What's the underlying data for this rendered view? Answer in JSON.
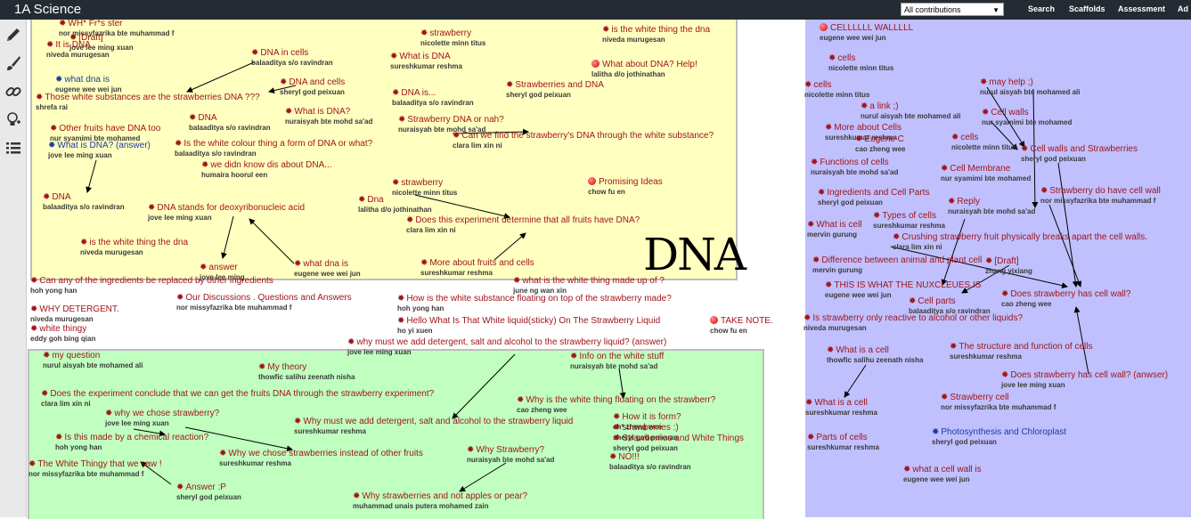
{
  "header": {
    "app_title": "1A Science",
    "filter": "All contributions",
    "nav": [
      "Search",
      "Scaffolds",
      "Assessment",
      "Ad"
    ]
  },
  "toolbar": [
    "pencil-icon",
    "brush-icon",
    "link-icon",
    "lightbulb-icon",
    "list-icon"
  ],
  "canvas": {
    "region_label": "DNA"
  },
  "notes": [
    {
      "title": "WH* Fr*s ster",
      "author": "nor missyfazrika bte muhammad f",
      "icon": "asterisk",
      "color": "red"
    },
    {
      "title": "[Draft]",
      "author": "jove lee ming xuan",
      "icon": "asterisk",
      "color": "red"
    },
    {
      "title": "It is DNA",
      "author": "niveda murugesan",
      "icon": "asterisk",
      "color": "red"
    },
    {
      "title": "what dna is",
      "author": "eugene wee wei jun",
      "icon": "asterisk",
      "color": "blue"
    },
    {
      "title": "Those white substances are the strawberries DNA ???",
      "author": "shrefa rai",
      "icon": "asterisk",
      "color": "red"
    },
    {
      "title": "Other fruits have DNA too",
      "author": "nur syamimi bte mohamed",
      "icon": "asterisk",
      "color": "red"
    },
    {
      "title": "What is DNA? (answer)",
      "author": "jove lee ming xuan",
      "icon": "asterisk",
      "color": "blue"
    },
    {
      "title": "DNA in cells",
      "author": "balaaditya s/o ravindran",
      "icon": "asterisk",
      "color": "red"
    },
    {
      "title": "DNA and cells",
      "author": "sheryl god peixuan",
      "icon": "asterisk",
      "color": "red"
    },
    {
      "title": "strawberry",
      "author": "nicolette minn titus",
      "icon": "asterisk",
      "color": "red"
    },
    {
      "title": "What is DNA",
      "author": "sureshkumar reshma",
      "icon": "asterisk",
      "color": "red"
    },
    {
      "title": "is the white thing the dna",
      "author": "niveda murugesan",
      "icon": "asterisk",
      "color": "red"
    },
    {
      "title": "What about DNA? Help!",
      "author": "lalitha d/o jothinathan",
      "icon": "ball",
      "color": "red"
    },
    {
      "title": "DNA is...",
      "author": "balaaditya s/o ravindran",
      "icon": "asterisk",
      "color": "red"
    },
    {
      "title": "Strawberries and DNA",
      "author": "sheryl god peixuan",
      "icon": "asterisk",
      "color": "red"
    },
    {
      "title": "What is DNA?",
      "author": "nuraisyah bte mohd sa'ad",
      "icon": "asterisk",
      "color": "red"
    },
    {
      "title": "DNA",
      "author": "balaaditya s/o ravindran",
      "icon": "asterisk",
      "color": "red"
    },
    {
      "title": "Strawberry DNA or nah?",
      "author": "nuraisyah bte mohd sa'ad",
      "icon": "asterisk",
      "color": "red"
    },
    {
      "title": "Can we find the strawberry's DNA through the white substance?",
      "author": "clara lim xin ni",
      "icon": "asterisk",
      "color": "red"
    },
    {
      "title": "Is the white colour thing a form of DNA or what?",
      "author": "balaaditya s/o ravindran",
      "icon": "asterisk",
      "color": "red"
    },
    {
      "title": "we didn know dis about DNA...",
      "author": "humaira hoorul een",
      "icon": "asterisk",
      "color": "red"
    },
    {
      "title": "DNA",
      "author": "balaaditya s/o ravindran",
      "icon": "asterisk",
      "color": "red"
    },
    {
      "title": "DNA stands for deoxyribonucleic acid",
      "author": "jove lee ming xuan",
      "icon": "asterisk",
      "color": "red"
    },
    {
      "title": "Dna",
      "author": "lalitha d/o jothinathan",
      "icon": "asterisk",
      "color": "red"
    },
    {
      "title": "strawberry",
      "author": "nicolette minn titus",
      "icon": "asterisk",
      "color": "red"
    },
    {
      "title": "Promising Ideas",
      "author": "chow fu en",
      "icon": "ball",
      "color": "red"
    },
    {
      "title": "Does this experiment determine that all fruits have DNA?",
      "author": "clara lim xin ni",
      "icon": "asterisk",
      "color": "red"
    },
    {
      "title": "is the white thing the dna",
      "author": "niveda murugesan",
      "icon": "asterisk",
      "color": "red"
    },
    {
      "title": "answer",
      "author": "jove lee ming",
      "icon": "asterisk",
      "color": "red"
    },
    {
      "title": "what dna is",
      "author": "eugene wee wei jun",
      "icon": "asterisk",
      "color": "red"
    },
    {
      "title": "More about fruits and cells",
      "author": "sureshkumar reshma",
      "icon": "asterisk",
      "color": "red"
    },
    {
      "title": "Can any of the ingredients be replaced by other ingredients",
      "author": "hoh yong han",
      "icon": "asterisk",
      "color": "red"
    },
    {
      "title": "what is the white thing made up of ?",
      "author": "june ng wan xin",
      "icon": "asterisk",
      "color": "red"
    },
    {
      "title": "Our Discussions . Questions and Answers",
      "author": "nor missyfazrika bte muhammad f",
      "icon": "asterisk",
      "color": "red"
    },
    {
      "title": "How is the white substance floating on top of the strawberry made?",
      "author": "hoh yong han",
      "icon": "asterisk",
      "color": "red"
    },
    {
      "title": "WHY DETERGENT.",
      "author": "niveda murugesan",
      "icon": "asterisk",
      "color": "red"
    },
    {
      "title": "Hello What Is That White liquid(sticky) On The Strawberry Liquid",
      "author": "ho yi xuen",
      "icon": "asterisk",
      "color": "red"
    },
    {
      "title": "TAKE NOTE.",
      "author": "chow fu en",
      "icon": "ball",
      "color": "red"
    },
    {
      "title": "white thingy",
      "author": "eddy goh bing qian",
      "icon": "asterisk",
      "color": "red"
    },
    {
      "title": "why must we add detergent, salt and alcohol to the strawberry liquid? (answer)",
      "author": "jove lee ming xuan",
      "icon": "asterisk",
      "color": "red"
    },
    {
      "title": "my question",
      "author": "nurul aisyah bte mohamed ali",
      "icon": "asterisk",
      "color": "red"
    },
    {
      "title": "Info on the white stuff",
      "author": "nuraisyah bte mohd sa'ad",
      "icon": "asterisk",
      "color": "red"
    },
    {
      "title": "My theory",
      "author": "thowfic salihu zeenath nisha",
      "icon": "asterisk",
      "color": "red"
    },
    {
      "title": "Does the experiment conclude that we can get the fruits DNA through the strawberry experiment?",
      "author": "clara lim xin ni",
      "icon": "asterisk",
      "color": "red"
    },
    {
      "title": "Why is the white thing floating on the strawberr?",
      "author": "cao zheng wee",
      "icon": "asterisk",
      "color": "red"
    },
    {
      "title": "why we chose strawberry?",
      "author": "jove lee ming xuan",
      "icon": "asterisk",
      "color": "red"
    },
    {
      "title": "Why must we add detergent, salt and alcohol to the strawberry liquid",
      "author": "sureshkumar reshma",
      "icon": "asterisk",
      "color": "red"
    },
    {
      "title": "How it is form?",
      "author": "ch* zheng wee",
      "icon": "asterisk",
      "color": "red"
    },
    {
      "title": "strawberries :)",
      "author": "sheryl god peixuan",
      "icon": "asterisk",
      "color": "red"
    },
    {
      "title": "Is this made by a chemical reaction?",
      "author": "hoh yong han",
      "icon": "asterisk",
      "color": "red"
    },
    {
      "title": "Strawberries and White Things",
      "author": "sheryl god peixuan",
      "icon": "asterisk",
      "color": "red"
    },
    {
      "title": "Why Strawberry?",
      "author": "nuraisyah bte mohd sa'ad",
      "icon": "asterisk",
      "color": "red"
    },
    {
      "title": "Why we chose strawberries instead of other fruits",
      "author": "sureshkumar reshma",
      "icon": "asterisk",
      "color": "red"
    },
    {
      "title": "NO!!!",
      "author": "balaaditya s/o ravindran",
      "icon": "asterisk",
      "color": "red"
    },
    {
      "title": "The White Thingy that we saw !",
      "author": "nor missyfazrika bte muhammad f",
      "icon": "asterisk",
      "color": "red"
    },
    {
      "title": "Answer :P",
      "author": "sheryl god peixuan",
      "icon": "asterisk",
      "color": "red"
    },
    {
      "title": "Why strawberries and not apples or pear?",
      "author": "muhammad unais putera mohamed zain",
      "icon": "asterisk",
      "color": "red"
    },
    {
      "title": "CELLLLLL WALLLLL",
      "author": "eugene wee wei jun",
      "icon": "ball",
      "color": "red"
    },
    {
      "title": "cells",
      "author": "nicolette minn titus",
      "icon": "asterisk",
      "color": "red"
    },
    {
      "title": "cells",
      "author": "nicolette minn titus",
      "icon": "asterisk",
      "color": "red"
    },
    {
      "title": "may help ;)",
      "author": "nurul aisyah bte mohamed ali",
      "icon": "asterisk",
      "color": "red"
    },
    {
      "title": "a link ;)",
      "author": "nurul aisyah bte mohamed ali",
      "icon": "asterisk",
      "color": "red"
    },
    {
      "title": "Cell walls",
      "author": "nur syamimi bte mohamed",
      "icon": "asterisk",
      "color": "red"
    },
    {
      "title": "More about Cells",
      "author": "sureshkumar reshma",
      "icon": "asterisk",
      "color": "red"
    },
    {
      "title": "Eugene C",
      "author": "cao zheng wee",
      "icon": "asterisk",
      "color": "red"
    },
    {
      "title": "cells",
      "author": "nicolette minn titus",
      "icon": "asterisk",
      "color": "red"
    },
    {
      "title": "Cell walls and Strawberries",
      "author": "sheryl god peixuan",
      "icon": "asterisk",
      "color": "red"
    },
    {
      "title": "Functions of cells",
      "author": "nuraisyah bte mohd sa'ad",
      "icon": "asterisk",
      "color": "red"
    },
    {
      "title": "Cell Membrane",
      "author": "nur syamimi bte mohamed",
      "icon": "asterisk",
      "color": "red"
    },
    {
      "title": "Ingredients and Cell Parts",
      "author": "sheryl god peixuan",
      "icon": "asterisk",
      "color": "red"
    },
    {
      "title": "Strawberry do have cell wall",
      "author": "nor missyfazrika bte muhammad f",
      "icon": "asterisk",
      "color": "red"
    },
    {
      "title": "Reply",
      "author": "nuraisyah bte mohd sa'ad",
      "icon": "asterisk",
      "color": "red"
    },
    {
      "title": "Types of cells",
      "author": "sureshkumar reshma",
      "icon": "asterisk",
      "color": "red"
    },
    {
      "title": "What is cell",
      "author": "mervin gurung",
      "icon": "asterisk",
      "color": "red"
    },
    {
      "title": "Crushing strawberry fruit physically breaks apart the cell walls.",
      "author": "clara lim xin ni",
      "icon": "asterisk",
      "color": "red"
    },
    {
      "title": "Difference between animal and plant cell",
      "author": "mervin gurung",
      "icon": "asterisk",
      "color": "red"
    },
    {
      "title": "[Draft]",
      "author": "zhang yixiang",
      "icon": "asterisk",
      "color": "red"
    },
    {
      "title": "THIS IS WHAT THE NUXCLEUES IS",
      "author": "eugene wee wei jun",
      "icon": "asterisk",
      "color": "red"
    },
    {
      "title": "Does strawberry has cell wall?",
      "author": "cao zheng wee",
      "icon": "asterisk",
      "color": "red"
    },
    {
      "title": "Cell parts",
      "author": "balaaditya s/o ravindran",
      "icon": "asterisk",
      "color": "red"
    },
    {
      "title": "Is strawberry only reactive to alcohol or other liquids?",
      "author": "niveda murugesan",
      "icon": "asterisk",
      "color": "red"
    },
    {
      "title": "What is a cell",
      "author": "thowfic salihu zeenath nisha",
      "icon": "asterisk",
      "color": "red"
    },
    {
      "title": "The structure and function of cells",
      "author": "sureshkumar reshma",
      "icon": "asterisk",
      "color": "red"
    },
    {
      "title": "Does strawberry has cell wall? (anwser)",
      "author": "jove lee ming xuan",
      "icon": "asterisk",
      "color": "red"
    },
    {
      "title": "What is a cell",
      "author": "sureshkumar reshma",
      "icon": "asterisk",
      "color": "red"
    },
    {
      "title": "Strawberry cell",
      "author": "nor missyfazrika bte muhammad f",
      "icon": "asterisk",
      "color": "red"
    },
    {
      "title": "Parts of cells",
      "author": "sureshkumar reshma",
      "icon": "asterisk",
      "color": "red"
    },
    {
      "title": "Photosynthesis and Chloroplast",
      "author": "sheryl god peixuan",
      "icon": "asterisk",
      "color": "blue"
    },
    {
      "title": "what a cell wall is",
      "author": "eugene wee wei jun",
      "icon": "asterisk",
      "color": "red"
    }
  ]
}
